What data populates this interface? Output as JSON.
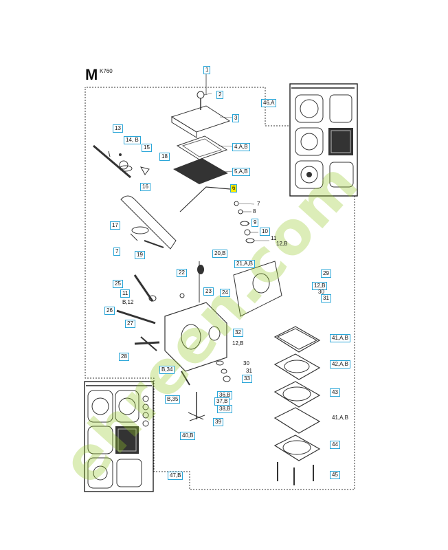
{
  "header": {
    "section_letter": "M",
    "model": "K760"
  },
  "watermark": {
    "text": "ehreen.com",
    "color": "#96c828"
  },
  "callouts": [
    {
      "id": "c1",
      "label": "1",
      "boxed": true
    },
    {
      "id": "c2",
      "label": "2",
      "boxed": true
    },
    {
      "id": "c3",
      "label": "3",
      "boxed": true
    },
    {
      "id": "c4",
      "label": "4,A,B",
      "boxed": true
    },
    {
      "id": "c5",
      "label": "5,A,B",
      "boxed": true
    },
    {
      "id": "c6",
      "label": "6",
      "boxed": true,
      "highlight": true
    },
    {
      "id": "c7a",
      "label": "7",
      "boxed": false
    },
    {
      "id": "c8",
      "label": "8",
      "boxed": false
    },
    {
      "id": "c9",
      "label": "9",
      "boxed": true
    },
    {
      "id": "c10",
      "label": "10",
      "boxed": true
    },
    {
      "id": "c11a",
      "label": "11",
      "boxed": false
    },
    {
      "id": "c12b_a",
      "label": "12,B",
      "boxed": false
    },
    {
      "id": "c13",
      "label": "13",
      "boxed": true
    },
    {
      "id": "c14",
      "label": "14, B",
      "boxed": true
    },
    {
      "id": "c15",
      "label": "15",
      "boxed": true
    },
    {
      "id": "c16",
      "label": "16",
      "boxed": true
    },
    {
      "id": "c17",
      "label": "17",
      "boxed": true
    },
    {
      "id": "c7b",
      "label": "7",
      "boxed": true
    },
    {
      "id": "c18",
      "label": "18",
      "boxed": true
    },
    {
      "id": "c19",
      "label": "19",
      "boxed": true
    },
    {
      "id": "c20",
      "label": "20,B",
      "boxed": true
    },
    {
      "id": "c21",
      "label": "21,A,B",
      "boxed": true
    },
    {
      "id": "c22",
      "label": "22",
      "boxed": true
    },
    {
      "id": "c23",
      "label": "23",
      "boxed": true
    },
    {
      "id": "c24",
      "label": "24",
      "boxed": true
    },
    {
      "id": "c25",
      "label": "25",
      "boxed": true
    },
    {
      "id": "c11b",
      "label": "11",
      "boxed": true
    },
    {
      "id": "cB12",
      "label": "B,12",
      "boxed": false
    },
    {
      "id": "c26",
      "label": "26",
      "boxed": true
    },
    {
      "id": "c27",
      "label": "27",
      "boxed": true
    },
    {
      "id": "c28",
      "label": "28",
      "boxed": true
    },
    {
      "id": "c29",
      "label": "29",
      "boxed": true
    },
    {
      "id": "c12b_b",
      "label": "12,B",
      "boxed": true
    },
    {
      "id": "c30a",
      "label": "30",
      "boxed": false
    },
    {
      "id": "c31a",
      "label": "31",
      "boxed": true
    },
    {
      "id": "c32",
      "label": "32",
      "boxed": true
    },
    {
      "id": "c12b_c",
      "label": "12,B",
      "boxed": false
    },
    {
      "id": "c30b",
      "label": "30",
      "boxed": false
    },
    {
      "id": "c31b",
      "label": "31",
      "boxed": false
    },
    {
      "id": "c33",
      "label": "33",
      "boxed": true
    },
    {
      "id": "cB34",
      "label": "B,34",
      "boxed": true
    },
    {
      "id": "cB35",
      "label": "B,35",
      "boxed": true
    },
    {
      "id": "c36",
      "label": "36,B",
      "boxed": true
    },
    {
      "id": "c37",
      "label": "37,B",
      "boxed": true
    },
    {
      "id": "c38",
      "label": "38,B",
      "boxed": true
    },
    {
      "id": "c39",
      "label": "39",
      "boxed": true
    },
    {
      "id": "c40",
      "label": "40,B",
      "boxed": true
    },
    {
      "id": "c41a",
      "label": "41,A,B",
      "boxed": true
    },
    {
      "id": "c42",
      "label": "42,A,B",
      "boxed": true
    },
    {
      "id": "c43",
      "label": "43",
      "boxed": true
    },
    {
      "id": "c41b",
      "label": "41,A,B",
      "boxed": false
    },
    {
      "id": "c44",
      "label": "44",
      "boxed": true
    },
    {
      "id": "c45",
      "label": "45",
      "boxed": true
    },
    {
      "id": "c46",
      "label": "46,A",
      "boxed": true
    },
    {
      "id": "c47",
      "label": "47,B",
      "boxed": true
    }
  ]
}
